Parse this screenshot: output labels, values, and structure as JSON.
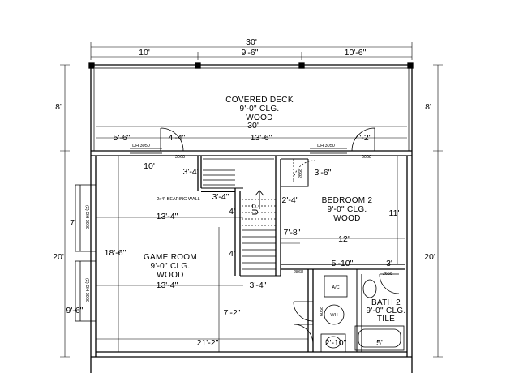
{
  "dimensions": {
    "overall_width": "30'",
    "deck_seg_1": "10'",
    "deck_seg_2": "9'-6\"",
    "deck_seg_3": "10'-6\"",
    "deck_depth_left": "8'",
    "deck_depth_right": "8'",
    "deck_inner_width": "30'",
    "wall_seg_1": "5'-6\"",
    "wall_seg_2": "4'-4\"",
    "wall_seg_3": "13'-6\"",
    "wall_seg_4": "4'-2\"",
    "house_depth_left": "20'",
    "house_depth_right": "20'",
    "stair_offset": "10'",
    "stair_width_top": "3'-4\"",
    "bedroom_closet": "3'-6\"",
    "bearing_offset": "3'-4\"",
    "hall_width": "2'-4\"",
    "game_room_width_top": "13'-4\"",
    "left_window_height": "7'",
    "landing_dim": "4'",
    "bedroom_depth": "11'",
    "bedroom_stair": "7'-8\"",
    "bedroom_width": "12'",
    "game_room_depth": "18'-6\"",
    "landing_dim_lower": "4'",
    "bath_width": "5'-10\"",
    "bath_closet": "3'",
    "game_room_width_bottom": "13'-4\"",
    "stair_width_bottom": "3'-4\"",
    "lower_left": "9'-6\"",
    "lower_hall": "7'-2\"",
    "game_room_bottom": "21'-2\"",
    "bath_door": "2'-10\"",
    "tub_length": "5'"
  },
  "rooms": {
    "covered_deck": {
      "name": "COVERED DECK",
      "ceiling": "9'-0\" CLG.",
      "finish": "WOOD"
    },
    "bedroom_2": {
      "name": "BEDROOM 2",
      "ceiling": "9'-0\" CLG.",
      "finish": "WOOD"
    },
    "game_room": {
      "name": "GAME ROOM",
      "ceiling": "9'-0\" CLG.",
      "finish": "WOOD"
    },
    "bath_2": {
      "name": "BATH 2",
      "ceiling": "9'-0\" CLG.",
      "finish": "TILE"
    }
  },
  "tags": {
    "window_dh_left": "DH 3050",
    "window_dh_right": "DH 3050",
    "door_3068_left": "3068",
    "door_3068_right": "3068",
    "closet_door_bedroom": "2668",
    "closet_door_hall": "2868",
    "closet_door_bath": "2668",
    "bath_door_tag": "6068",
    "bearing_wall": "2x4\" BEARING WALL",
    "left_window_upper": "(2) DH 3060",
    "left_window_lower": "(2) DH 3060",
    "stair_up": "UP",
    "ac_unit": "A/C",
    "water_heater": "WH"
  }
}
